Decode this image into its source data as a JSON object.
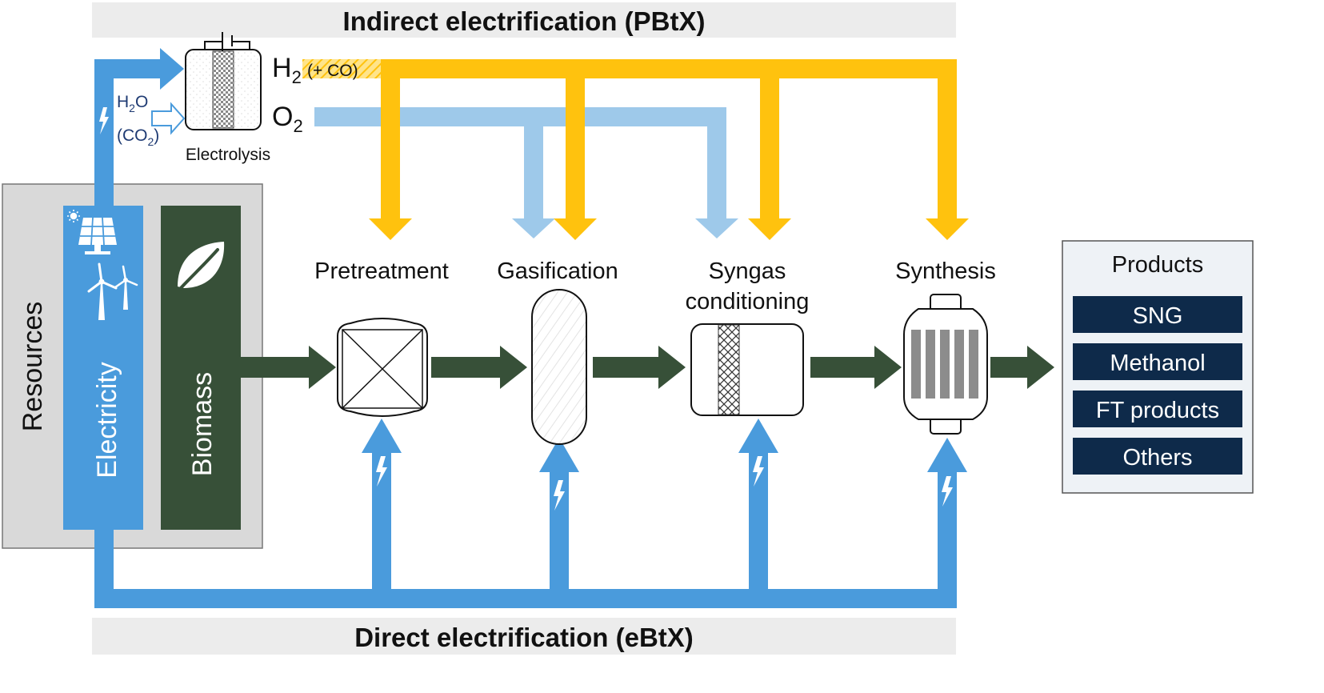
{
  "headers": {
    "indirect": "Indirect electrification (PBtX)",
    "direct": "Direct electrification (eBtX)"
  },
  "electrolysis": {
    "label": "Electrolysis",
    "input_main": "H",
    "input_main_sub": "2",
    "input_main_tail": "O",
    "input_aux_open": "(CO",
    "input_aux_sub": "2",
    "input_aux_close": ")",
    "out_h2": "H",
    "out_h2_sub": "2",
    "out_co": "(+ CO)",
    "out_o2": "O",
    "out_o2_sub": "2"
  },
  "resources": {
    "title": "Resources",
    "electricity": "Electricity",
    "biomass": "Biomass"
  },
  "steps": {
    "pretreatment": "Pretreatment",
    "gasification": "Gasification",
    "syngas_1": "Syngas",
    "syngas_2": "conditioning",
    "synthesis": "Synthesis"
  },
  "products": {
    "title": "Products",
    "items": [
      "SNG",
      "Methanol",
      "FT products",
      "Others"
    ]
  },
  "colors": {
    "electricity_blue": "#4a9bdc",
    "oxygen_blue": "#9ec9ea",
    "hydrogen_yellow": "#ffc20e",
    "biomass_green": "#375038",
    "product_navy": "#0e2a4a",
    "band_gray": "#ececec",
    "resource_gray": "#d9d9d9"
  }
}
